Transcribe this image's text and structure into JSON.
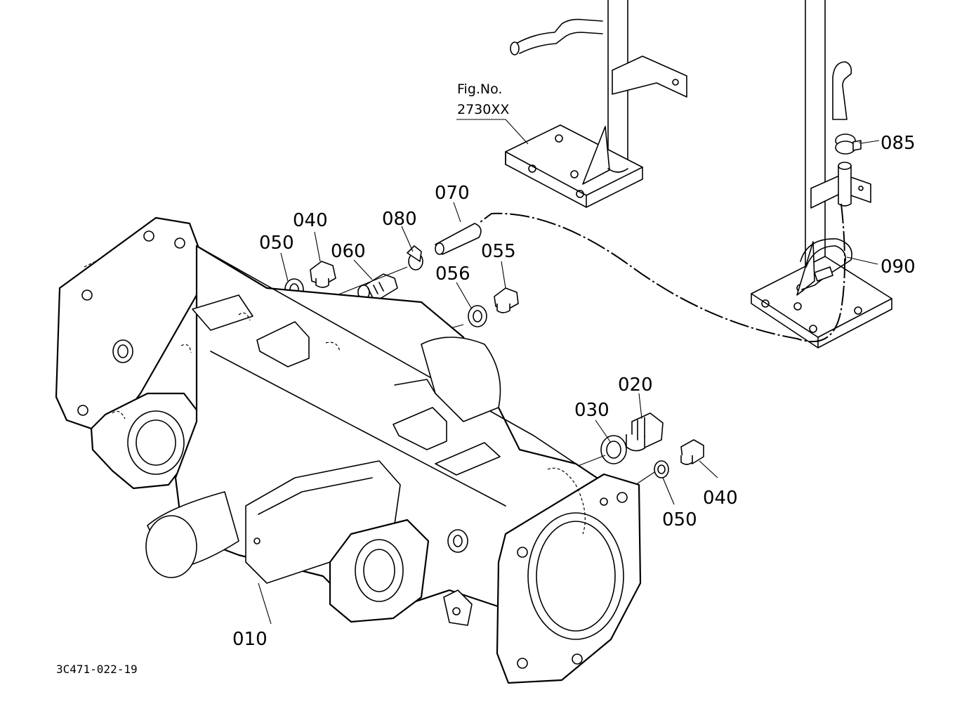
{
  "figure_reference": {
    "line1": "Fig.No.",
    "line2": "2730XX"
  },
  "drawing_code": "3C471-022-19",
  "part_callouts": [
    {
      "id": "010",
      "label": "010"
    },
    {
      "id": "020",
      "label": "020"
    },
    {
      "id": "030",
      "label": "030"
    },
    {
      "id": "040a",
      "label": "040"
    },
    {
      "id": "040b",
      "label": "040"
    },
    {
      "id": "050a",
      "label": "050"
    },
    {
      "id": "050b",
      "label": "050"
    },
    {
      "id": "055",
      "label": "055"
    },
    {
      "id": "056",
      "label": "056"
    },
    {
      "id": "060",
      "label": "060"
    },
    {
      "id": "070",
      "label": "070"
    },
    {
      "id": "080",
      "label": "080"
    },
    {
      "id": "085",
      "label": "085"
    },
    {
      "id": "090",
      "label": "090"
    }
  ],
  "colors": {
    "line": "#000000",
    "background": "#ffffff"
  }
}
